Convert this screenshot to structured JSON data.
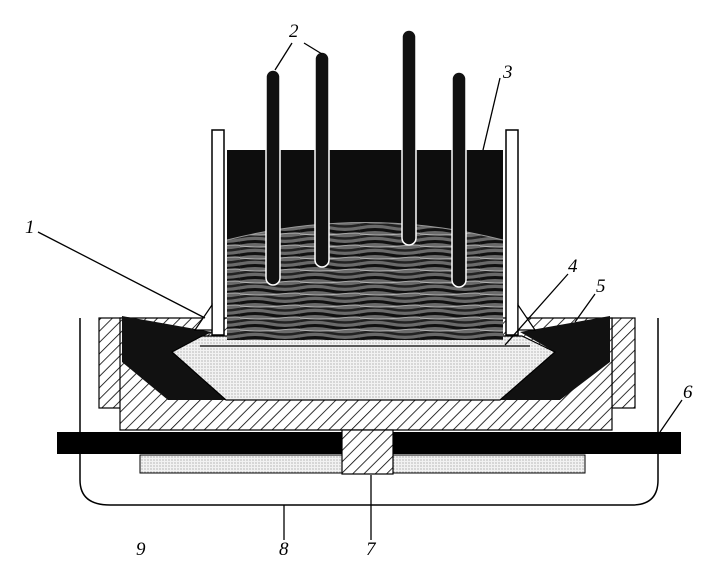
{
  "figure": {
    "labels": [
      {
        "id": "label-1",
        "text": "1"
      },
      {
        "id": "label-2",
        "text": "2"
      },
      {
        "id": "label-3",
        "text": "3"
      },
      {
        "id": "label-4",
        "text": "4"
      },
      {
        "id": "label-5",
        "text": "5"
      },
      {
        "id": "label-6",
        "text": "6"
      },
      {
        "id": "label-7",
        "text": "7"
      },
      {
        "id": "label-8",
        "text": "8"
      },
      {
        "id": "label-9",
        "text": "9"
      }
    ]
  },
  "colors": {
    "ink": "#000000",
    "paper": "#ffffff",
    "dotted_fill": "#e4e4e4",
    "melt_dark": "#1a1a1a",
    "melt_light": "#8a8a8a"
  }
}
